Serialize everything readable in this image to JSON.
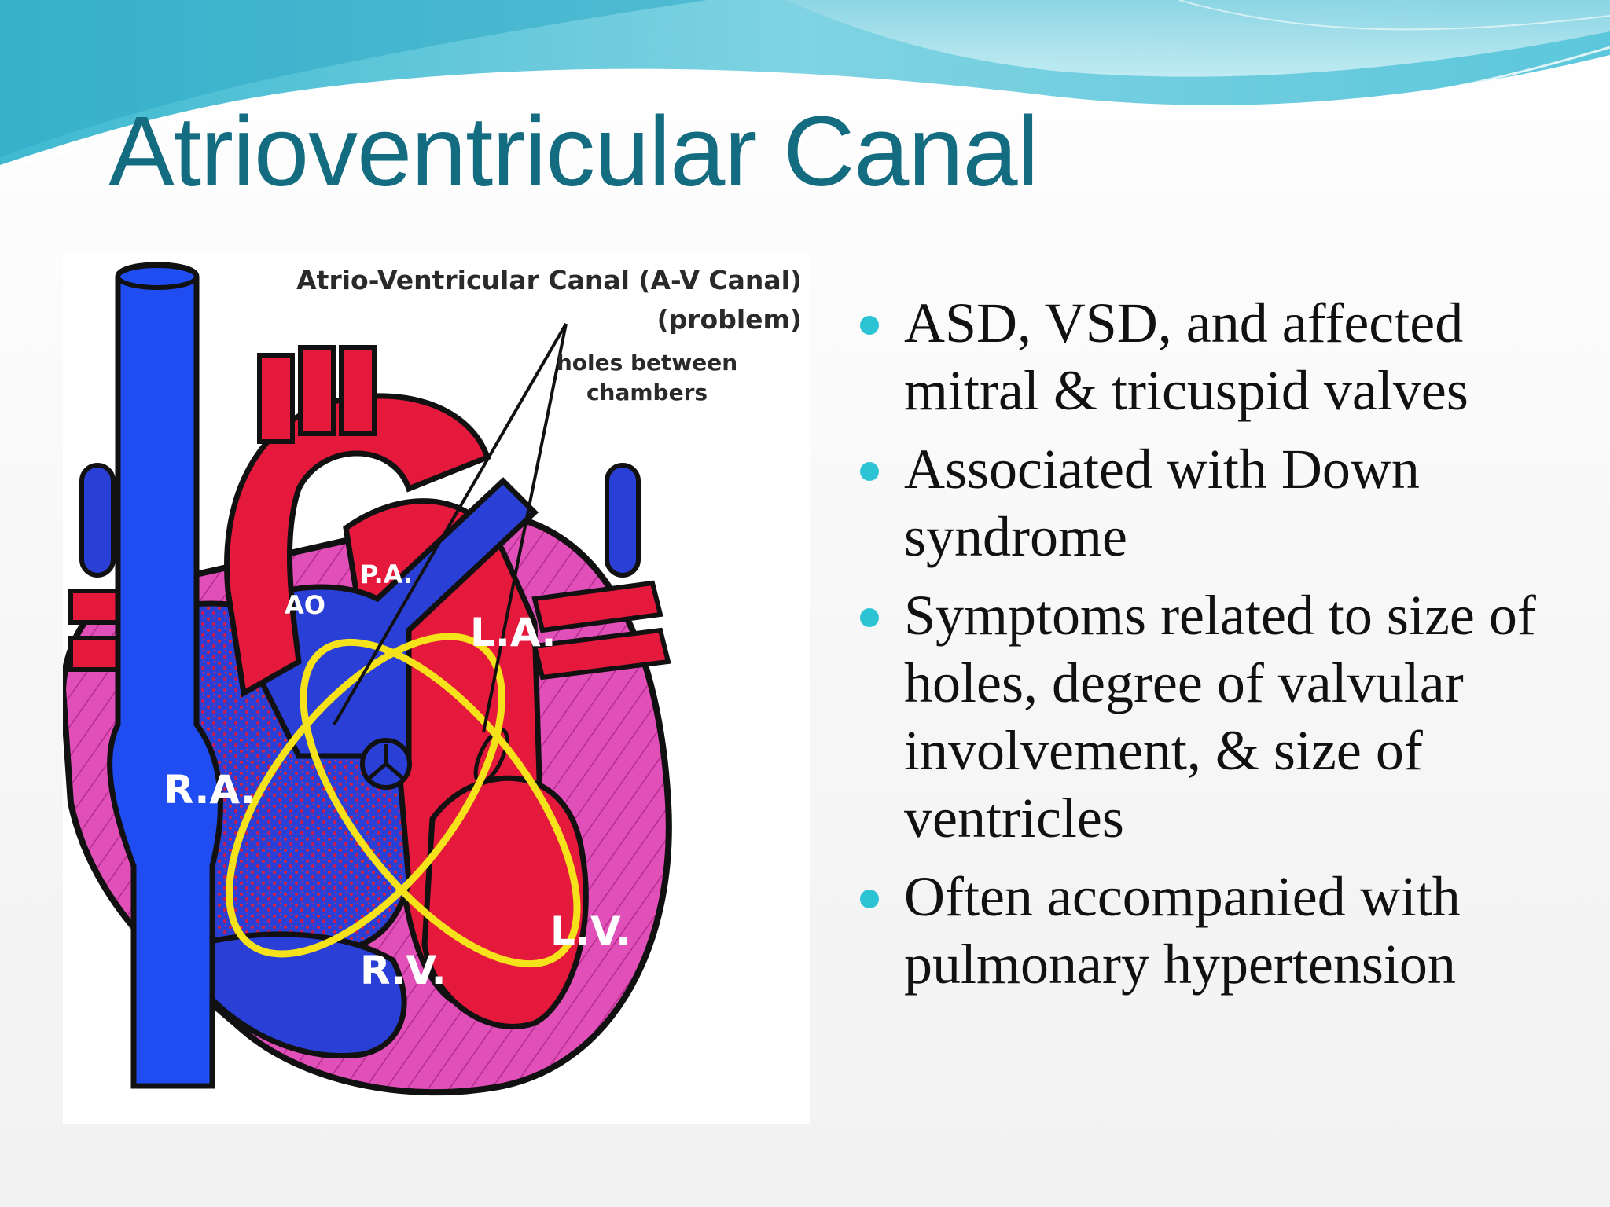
{
  "slide": {
    "title": "Atrioventricular Canal",
    "accent_color": "#146c80",
    "bullet_color": "#2cc4d4"
  },
  "figure": {
    "heading_line1": "Atrio-Ventricular Canal (A-V Canal)",
    "heading_line2": "(problem)",
    "callout_line1": "holes between",
    "callout_line2": "chambers",
    "labels": {
      "ao": "AO",
      "pa": "P.A.",
      "la": "L.A.",
      "ra": "R.A.",
      "rv": "R.V.",
      "lv": "L.V."
    }
  },
  "bullets": [
    "ASD, VSD, and affected mitral & tricuspid valves",
    "Associated with Down syndrome",
    "Symptoms related to size of holes, degree of valvular involvement, & size of ventricles",
    "Often accompanied with pulmonary hypertension"
  ]
}
